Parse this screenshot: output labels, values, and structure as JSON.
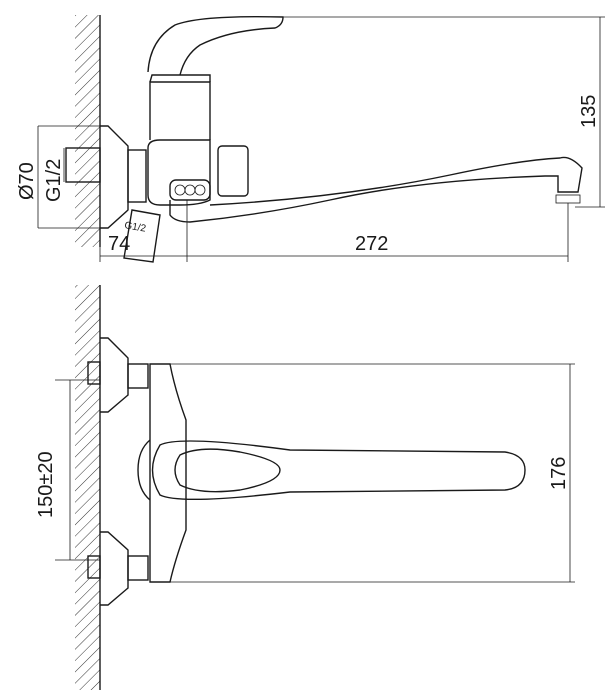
{
  "side_view": {
    "dimensions": {
      "flange_diameter": "Ø70",
      "inlet_thread": "G1/2",
      "diverter_thread": "G1/2",
      "wall_to_spout_axis": "74",
      "spout_reach": "272",
      "height": "135"
    }
  },
  "front_view": {
    "dimensions": {
      "centre_distance": "150±20",
      "spout_height": "176"
    }
  }
}
